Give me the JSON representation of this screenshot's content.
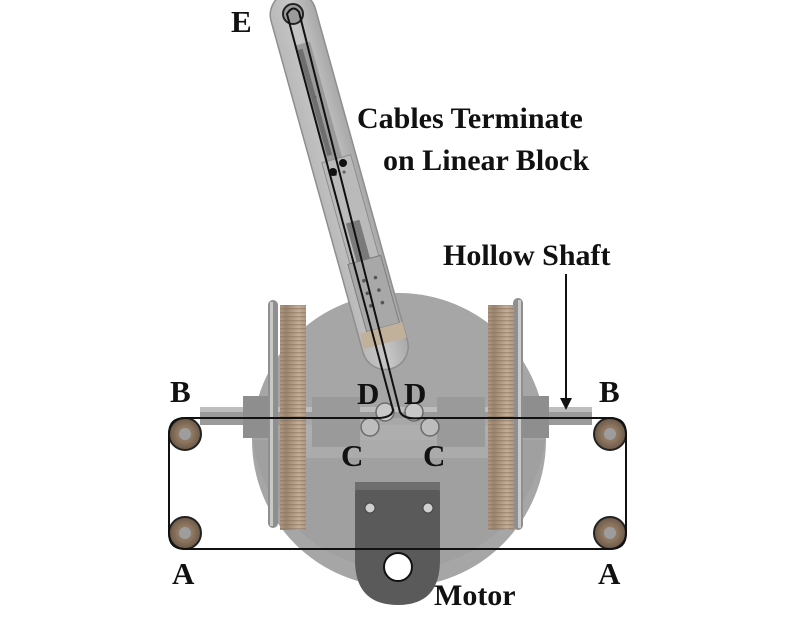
{
  "labels": {
    "e": "E",
    "cables_line1": "Cables Terminate",
    "cables_line2": "on Linear Block",
    "hollow_shaft": "Hollow Shaft",
    "b_left": "B",
    "b_right": "B",
    "d_left": "D",
    "d_right": "D",
    "c_left": "C",
    "c_right": "C",
    "a_left": "A",
    "a_right": "A",
    "motor": "Motor"
  },
  "colors": {
    "disc": "#a9a9a9",
    "arm": "#b2b2b2",
    "arm_edge": "#8a8a8a",
    "rail": "#8c8c8c",
    "gear": "#b09a85",
    "pulley": "#8a735f",
    "motor": "#5c5c5c",
    "cable": "#111111"
  }
}
